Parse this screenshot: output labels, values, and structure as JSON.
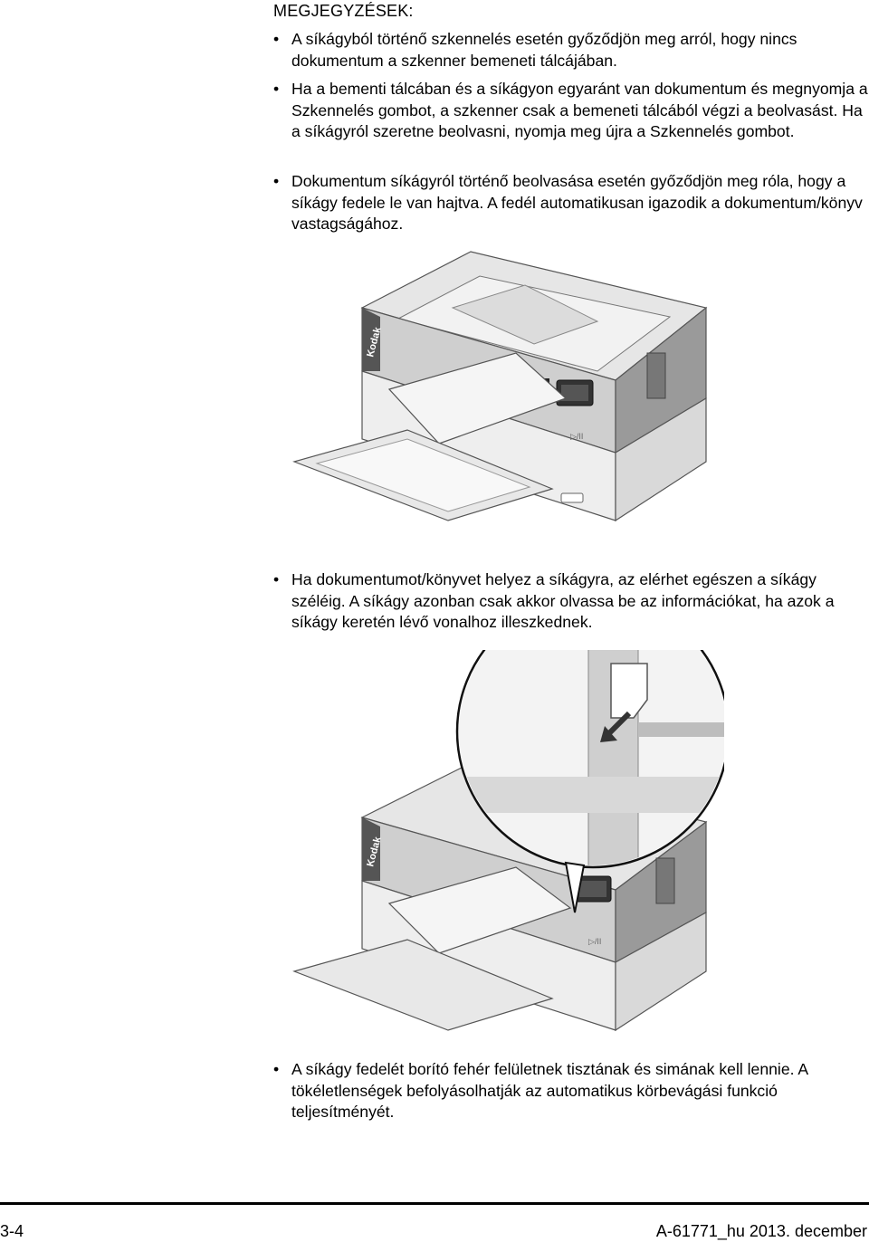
{
  "heading": "MEGJEGYZÉSEK:",
  "bullet_char": "•",
  "notes": [
    "A síkágyból történő szkennelés esetén győződjön meg arról, hogy nincs dokumentum a szkenner bemeneti tálcájában.",
    "Ha a bementi tálcában és a síkágyon egyaránt van dokumentum és megnyomja a Szkennelés gombot, a szkenner csak a bemeneti tálcából végzi a beolvasást. Ha a síkágyról szeretne beolvasni, nyomja meg újra a Szkennelés gombot.",
    "Dokumentum síkágyról történő beolvasása esetén győződjön meg róla, hogy a síkágy fedele le van hajtva. A fedél automatikusan igazodik a dokumentum/könyv vastagságához.",
    "Ha dokumentumot/könyvet helyez a síkágyra, az elérhet egészen a síkágy széléig. A síkágy azonban csak akkor olvassa be az információkat, ha azok a síkágy keretén lévő vonalhoz illeszkednek.",
    "A síkágy fedelét borító fehér felületnek tisztának és simának kell lennie. A tökéletlenségek befolyásolhatják az automatikus körbevágási funkció teljesítményét."
  ],
  "scanner_brand": "Kodak",
  "scanner_button_label": "▷/II",
  "footer": {
    "page_number": "3-4",
    "doc_id": "A-61771_hu  2013. december"
  }
}
